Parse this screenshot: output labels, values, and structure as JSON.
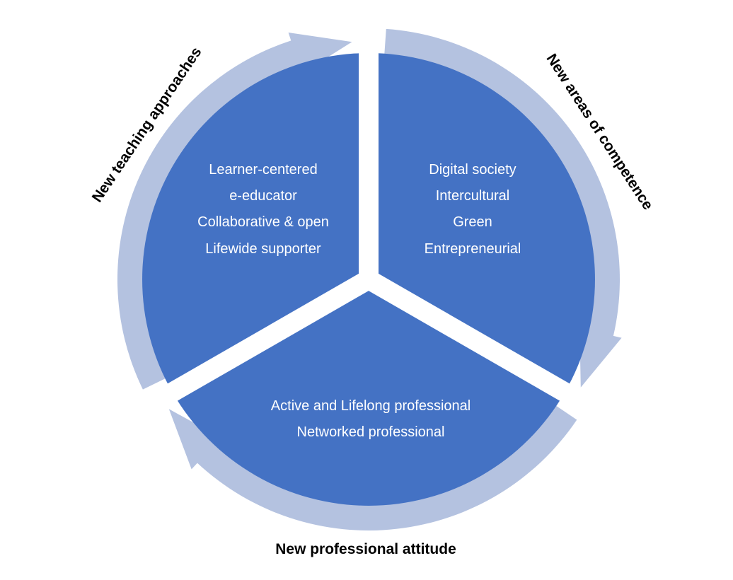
{
  "colors": {
    "segment_fill": "#4472C4",
    "ring_fill": "#B4C2E0",
    "segment_text": "#FFFFFF",
    "label_text": "#000000"
  },
  "segments": {
    "left": {
      "lines": [
        "Learner-centered",
        "e-educator",
        "Collaborative & open",
        "Lifewide supporter"
      ]
    },
    "right": {
      "lines": [
        "Digital society",
        "Intercultural",
        "Green",
        "Entrepreneurial"
      ]
    },
    "bottom": {
      "lines": [
        "Active and Lifelong professional",
        "Networked professional"
      ]
    }
  },
  "ring_labels": {
    "left": "New teaching approaches",
    "right": "New areas of competence",
    "bottom": "New professional attitude"
  }
}
